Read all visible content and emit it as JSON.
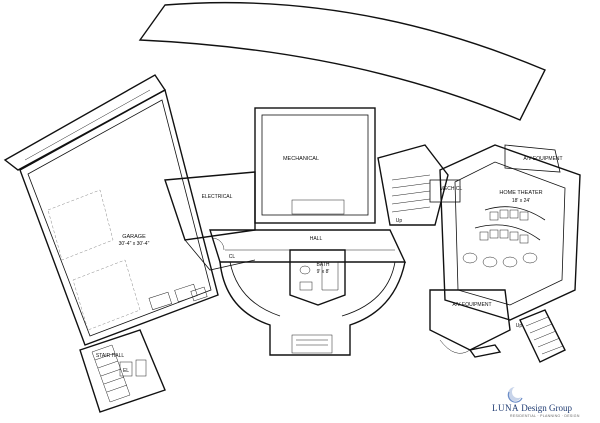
{
  "rooms": {
    "mechanical": "MECHANICAL",
    "electrical": "ELECTRICAL",
    "garage": "GARAGE",
    "garage_size": "30'-4\" x 30'-4\"",
    "hall": "HALL",
    "bath": "BATH",
    "bath_size": "9' x 8'",
    "cl": "CL",
    "mech_cl": "MECH CL",
    "home_theater": "HOME THEATER",
    "home_theater_size": "18' x 24'",
    "av_equipment_top": "A/V EQUIPMENT",
    "av_equipment_bottom": "A/V EQUIPMENT",
    "stair_hall": "STAIR HALL",
    "el": "EL",
    "up1": "Up",
    "up2": "Up"
  },
  "brand": {
    "name_part1": "LUNA",
    "name_part2": "Design Group",
    "tagline": "RESIDENTIAL · PLANNING · DESIGN"
  },
  "colors": {
    "line": "#111111",
    "brand": "#1f3b72",
    "logo_accent": "#6a8cc7"
  }
}
